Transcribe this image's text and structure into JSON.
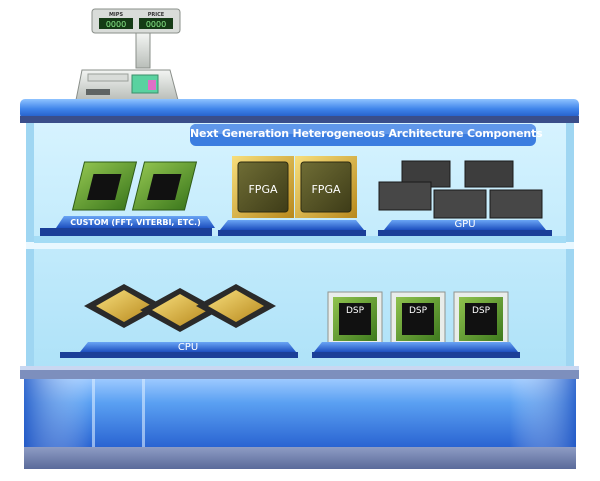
{
  "scale": {
    "left_label": "MIPS",
    "right_label": "PRICE",
    "left_readout": "0000",
    "right_readout": "0000"
  },
  "header": {
    "title": "Next Generation Heterogeneous Architecture Components"
  },
  "top_shelf": {
    "custom_label": "CUSTOM (FFT, VITERBI, ETC.)",
    "fpga_chip_label": "FPGA",
    "gpu_label": "GPU"
  },
  "bottom_shelf": {
    "cpu_label": "CPU",
    "dsp_chip_label": "DSP"
  },
  "colors": {
    "shelf_blue": "#2f6fd8",
    "glass": "#bfe9fb",
    "header_bar": "#3b7de0"
  }
}
